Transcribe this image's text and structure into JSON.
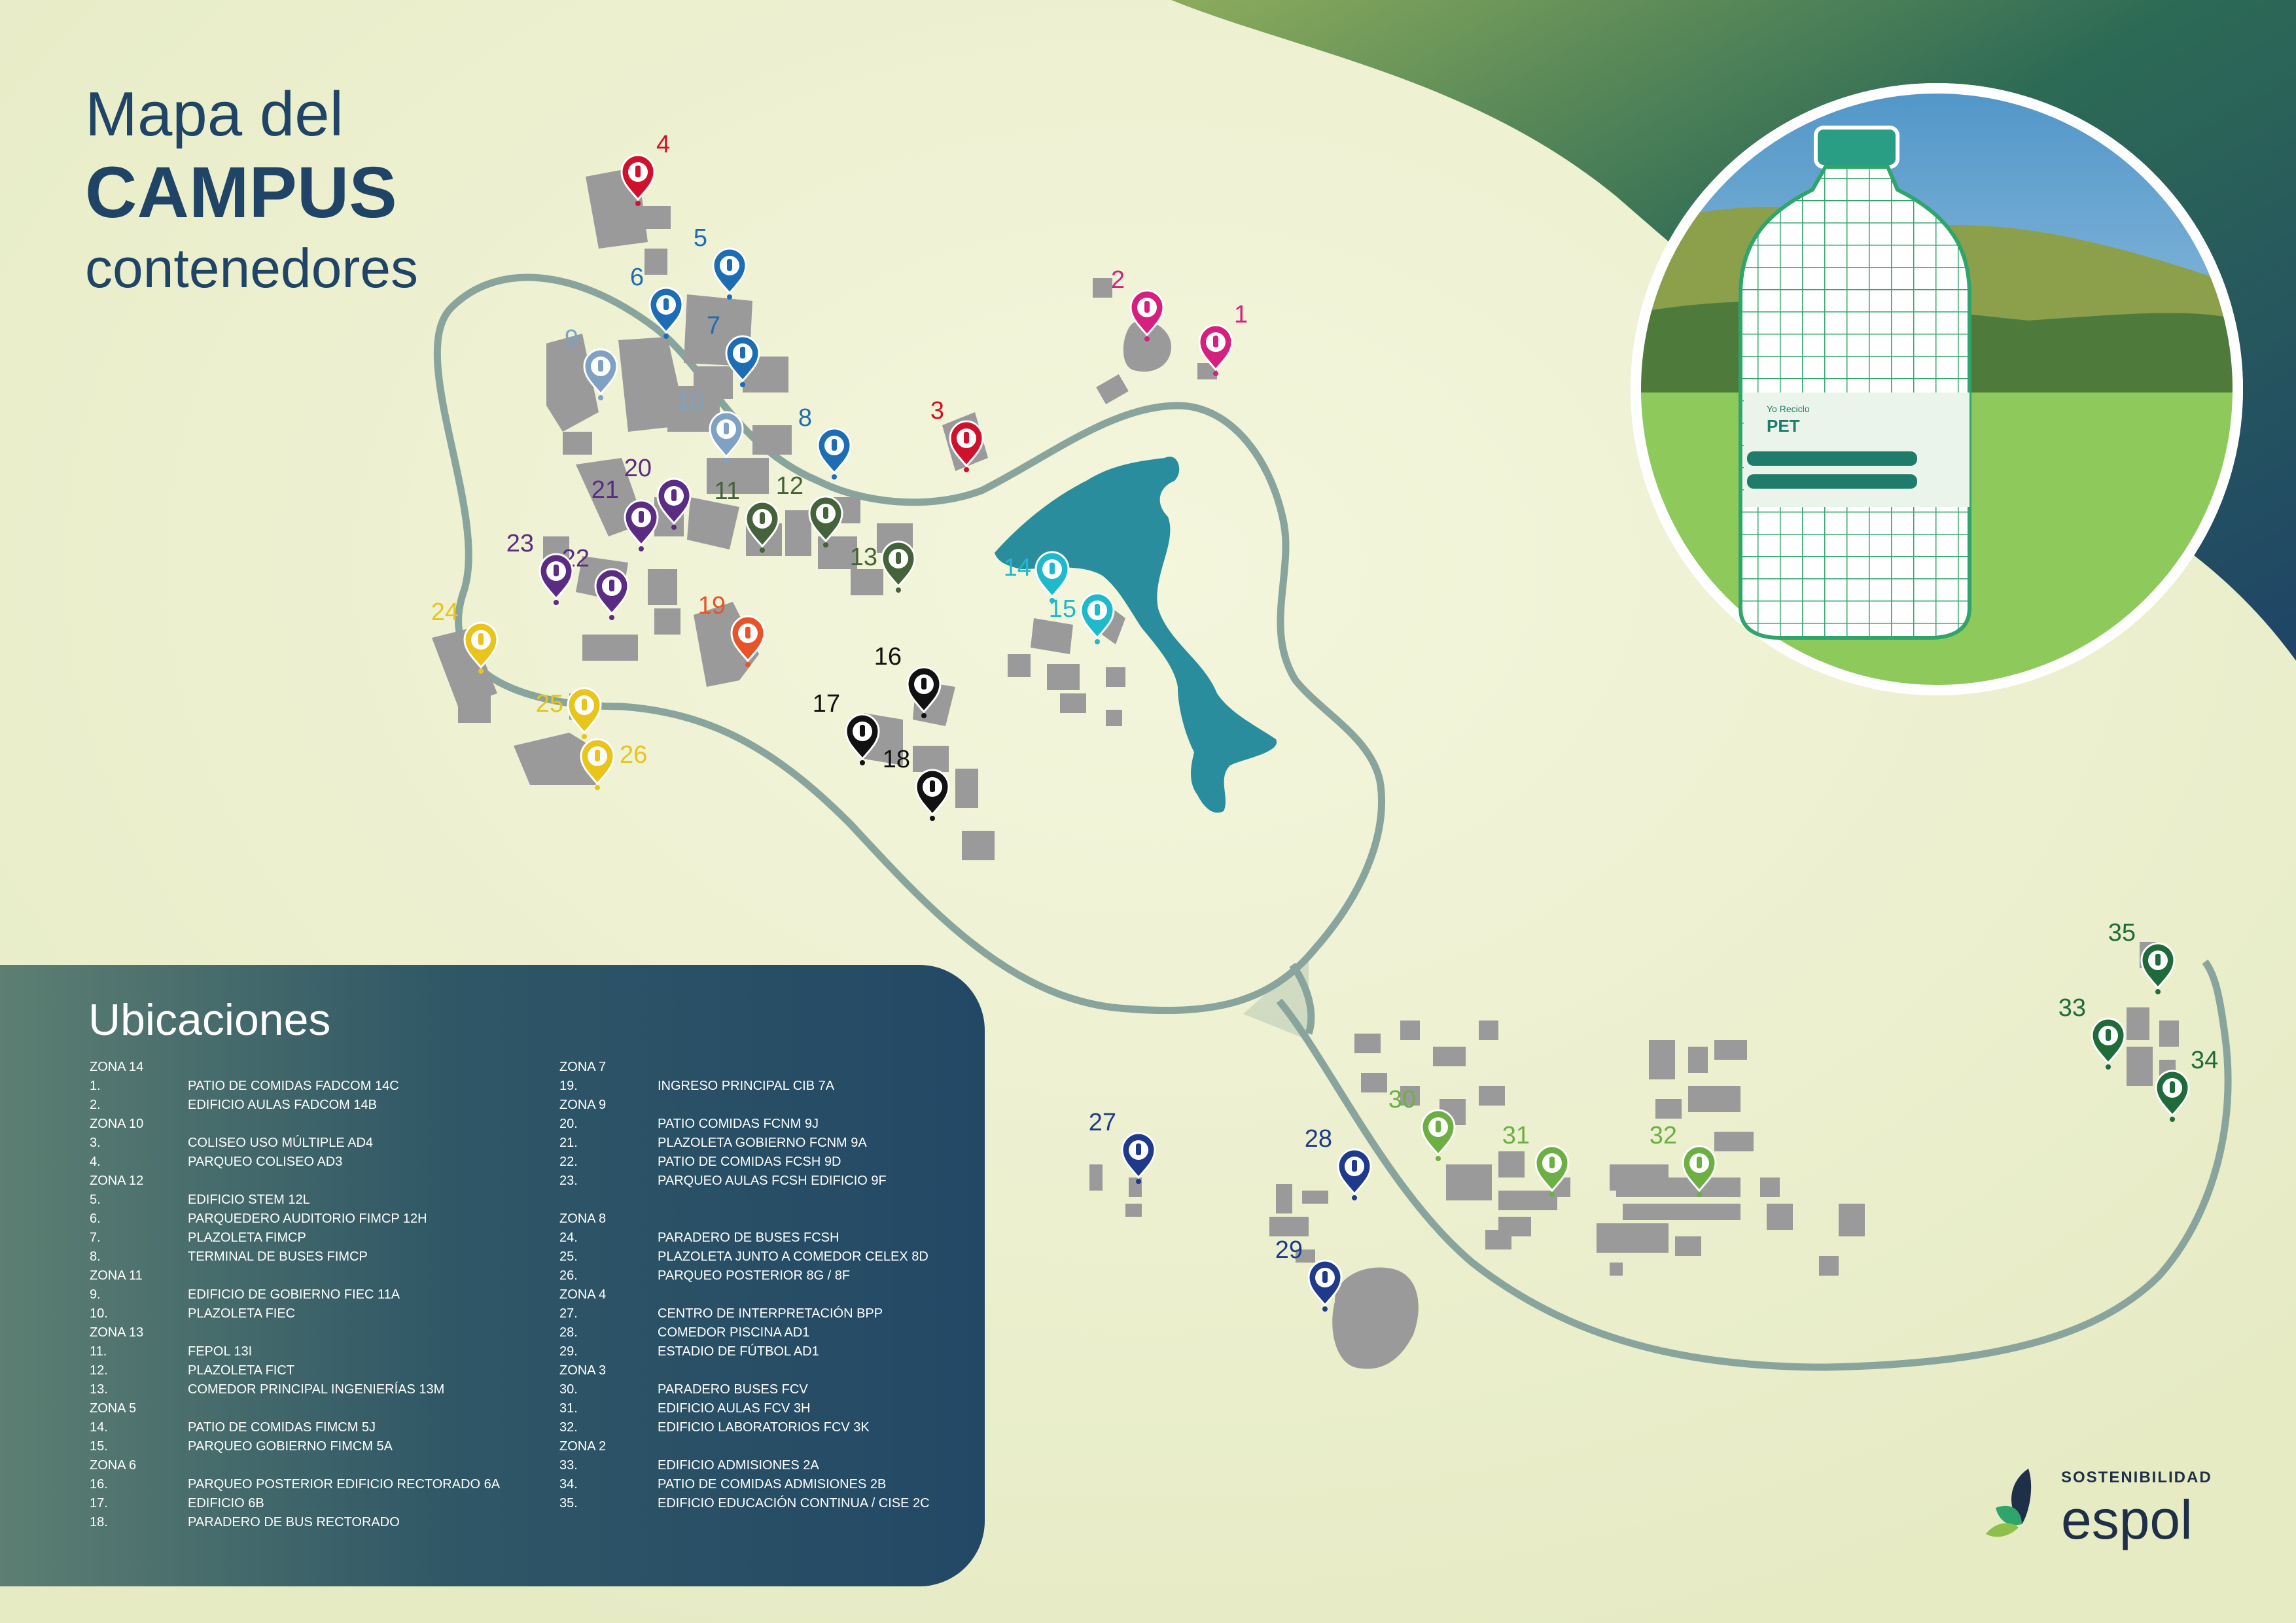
{
  "title": {
    "line1": "Mapa del",
    "line2": "CAMPUS",
    "line3": "contenedores"
  },
  "poster": {
    "bin_brand": "Yo Reciclo",
    "bin_material": "PET"
  },
  "markers": [
    {
      "id": "1",
      "color": "#d6207e"
    },
    {
      "id": "2",
      "color": "#d6207e"
    },
    {
      "id": "3",
      "color": "#d0112b"
    },
    {
      "id": "4",
      "color": "#d0112b"
    },
    {
      "id": "5",
      "color": "#1c6db4"
    },
    {
      "id": "6",
      "color": "#1c6db4"
    },
    {
      "id": "7",
      "color": "#1c6db4"
    },
    {
      "id": "8",
      "color": "#1c6db4"
    },
    {
      "id": "9",
      "color": "#7fa2c4"
    },
    {
      "id": "10",
      "color": "#7fa2c4"
    },
    {
      "id": "11",
      "color": "#44633a"
    },
    {
      "id": "12",
      "color": "#44633a"
    },
    {
      "id": "13",
      "color": "#44633a"
    },
    {
      "id": "14",
      "color": "#1fb9cc"
    },
    {
      "id": "15",
      "color": "#1fb9cc"
    },
    {
      "id": "16",
      "color": "#111111"
    },
    {
      "id": "17",
      "color": "#111111"
    },
    {
      "id": "18",
      "color": "#111111"
    },
    {
      "id": "19",
      "color": "#e8542a"
    },
    {
      "id": "20",
      "color": "#5b2c83"
    },
    {
      "id": "21",
      "color": "#5b2c83"
    },
    {
      "id": "22",
      "color": "#5b2c83"
    },
    {
      "id": "23",
      "color": "#5b2c83"
    },
    {
      "id": "24",
      "color": "#e9c41a"
    },
    {
      "id": "25",
      "color": "#e9c41a"
    },
    {
      "id": "26",
      "color": "#e9c41a"
    },
    {
      "id": "27",
      "color": "#1f3a8a"
    },
    {
      "id": "28",
      "color": "#1f3a8a"
    },
    {
      "id": "29",
      "color": "#1f3a8a"
    },
    {
      "id": "30",
      "color": "#6cb043"
    },
    {
      "id": "31",
      "color": "#6cb043"
    },
    {
      "id": "32",
      "color": "#6cb043"
    },
    {
      "id": "33",
      "color": "#1f6b3a"
    },
    {
      "id": "34",
      "color": "#1f6b3a"
    },
    {
      "id": "35",
      "color": "#1f6b3a"
    }
  ],
  "ubicaciones": {
    "heading": "Ubicaciones",
    "left": [
      {
        "n": "ZONA 14",
        "t": ""
      },
      {
        "n": "1.",
        "t": "PATIO DE COMIDAS FADCOM 14C"
      },
      {
        "n": "2.",
        "t": "EDIFICIO AULAS FADCOM 14B"
      },
      {
        "n": "ZONA 10",
        "t": ""
      },
      {
        "n": "3.",
        "t": "COLISEO USO MÚLTIPLE AD4"
      },
      {
        "n": "4.",
        "t": "PARQUEO COLISEO AD3"
      },
      {
        "n": "ZONA 12",
        "t": ""
      },
      {
        "n": "5.",
        "t": "EDIFICIO STEM 12L"
      },
      {
        "n": "6.",
        "t": "PARQUEDERO AUDITORIO FIMCP 12H"
      },
      {
        "n": "7.",
        "t": "PLAZOLETA FIMCP"
      },
      {
        "n": "8.",
        "t": "TERMINAL DE BUSES FIMCP"
      },
      {
        "n": "ZONA 11",
        "t": ""
      },
      {
        "n": "9.",
        "t": "EDIFICIO DE GOBIERNO FIEC 11A"
      },
      {
        "n": "10.",
        "t": "PLAZOLETA FIEC"
      },
      {
        "n": "ZONA 13",
        "t": ""
      },
      {
        "n": "11.",
        "t": "FEPOL 13I"
      },
      {
        "n": "12.",
        "t": "PLAZOLETA FICT"
      },
      {
        "n": "13.",
        "t": "COMEDOR PRINCIPAL INGENIERÍAS 13M"
      },
      {
        "n": "ZONA 5",
        "t": ""
      },
      {
        "n": "14.",
        "t": "PATIO DE COMIDAS FIMCM 5J"
      },
      {
        "n": "15.",
        "t": "PARQUEO GOBIERNO FIMCM 5A"
      },
      {
        "n": "ZONA 6",
        "t": ""
      },
      {
        "n": "16.",
        "t": "PARQUEO POSTERIOR EDIFICIO RECTORADO 6A"
      },
      {
        "n": "17.",
        "t": "EDIFICIO 6B"
      },
      {
        "n": "18.",
        "t": "PARADERO DE BUS RECTORADO"
      }
    ],
    "right": [
      {
        "n": "ZONA 7",
        "t": ""
      },
      {
        "n": "19.",
        "t": "INGRESO PRINCIPAL CIB 7A"
      },
      {
        "n": "ZONA 9",
        "t": ""
      },
      {
        "n": "20.",
        "t": "PATIO COMIDAS FCNM 9J"
      },
      {
        "n": "21.",
        "t": "PLAZOLETA GOBIERNO FCNM 9A"
      },
      {
        "n": "22.",
        "t": "PATIO DE COMIDAS FCSH 9D"
      },
      {
        "n": "23.",
        "t": "PARQUEO AULAS FCSH EDIFICIO 9F"
      },
      {
        "n": "",
        "t": ""
      },
      {
        "n": "ZONA 8",
        "t": ""
      },
      {
        "n": "24.",
        "t": "PARADERO DE BUSES FCSH"
      },
      {
        "n": "25.",
        "t": "PLAZOLETA JUNTO A COMEDOR CELEX 8D"
      },
      {
        "n": "26.",
        "t": "PARQUEO POSTERIOR 8G / 8F"
      },
      {
        "n": "ZONA 4",
        "t": ""
      },
      {
        "n": "27.",
        "t": "CENTRO DE INTERPRETACIÓN BPP"
      },
      {
        "n": "28.",
        "t": "COMEDOR PISCINA AD1"
      },
      {
        "n": "29.",
        "t": "ESTADIO DE FÚTBOL AD1"
      },
      {
        "n": "ZONA 3",
        "t": ""
      },
      {
        "n": "30.",
        "t": "PARADERO BUSES FCV"
      },
      {
        "n": "31.",
        "t": "EDIFICIO AULAS FCV 3H"
      },
      {
        "n": "32.",
        "t": "EDIFICIO LABORATORIOS FCV 3K"
      },
      {
        "n": "ZONA 2",
        "t": ""
      },
      {
        "n": "33.",
        "t": "EDIFICIO ADMISIONES 2A"
      },
      {
        "n": "34.",
        "t": "PATIO DE COMIDAS ADMISIONES 2B"
      },
      {
        "n": "35.",
        "t": "EDIFICIO EDUCACIÓN CONTINUA / CISE 2C"
      }
    ]
  },
  "brand": {
    "tagline": "SOSTENIBILIDAD",
    "name": "espol"
  }
}
